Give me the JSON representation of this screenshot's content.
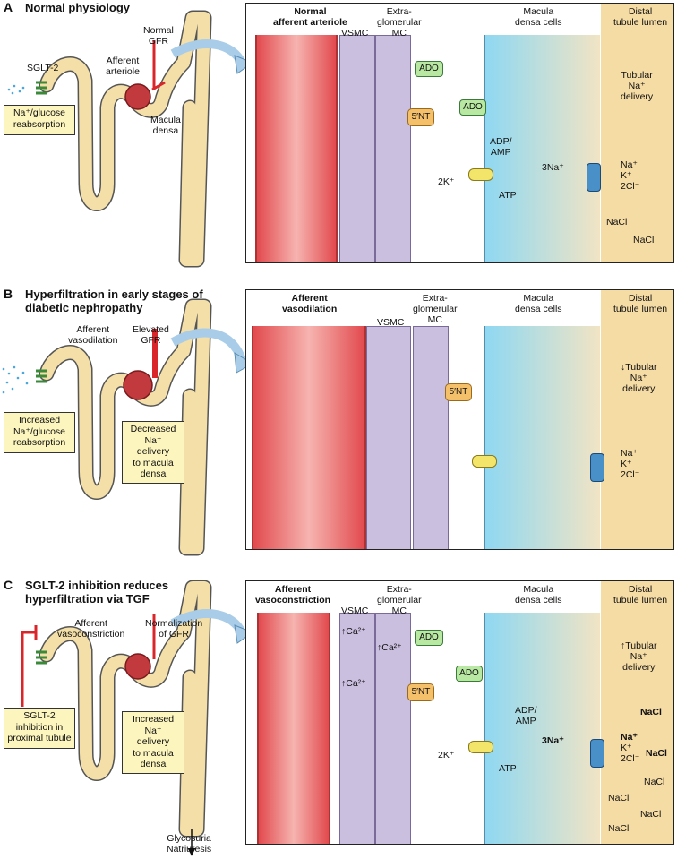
{
  "panels": [
    {
      "letter": "A",
      "title": [
        "Normal physiology"
      ],
      "nephron": {
        "sglt2": "SGLT-2",
        "normal_gfr": [
          "Normal",
          "GFR"
        ],
        "afferent": [
          "Afferent",
          "arteriole"
        ],
        "macula": [
          "Macula",
          "densa"
        ],
        "reabsorption": [
          "Na⁺/glucose",
          "reabsorption"
        ]
      },
      "zoom": {
        "vessel_label": [
          "Normal",
          "afferent arteriole"
        ],
        "vsmc": "VSMC",
        "mc": [
          "Extra-",
          "glomerular",
          "MC"
        ],
        "md": [
          "Macula",
          "densa cells"
        ],
        "dt": [
          "Distal",
          "tubule lumen"
        ],
        "ado1": "ADO",
        "ado2": "ADO",
        "nt": "5′NT",
        "adp": [
          "ADP/",
          "AMP"
        ],
        "na3": "3Na⁺",
        "k2": "2K⁺",
        "atp": "ATP",
        "ion_na": "Na⁺",
        "ion_k": "K⁺",
        "ion_cl": "2Cl⁻",
        "tubular": [
          "Tubular",
          "Na⁺",
          "delivery"
        ],
        "nacl1": "NaCl",
        "nacl2": "NaCl"
      }
    },
    {
      "letter": "B",
      "title": [
        "Hyperfiltration in early stages of",
        "diabetic nephropathy"
      ],
      "nephron": {
        "afferent": [
          "Afferent",
          "vasodilation"
        ],
        "elevated_gfr": [
          "Elevated",
          "GFR"
        ],
        "reabsorption": [
          "Increased",
          "Na⁺/glucose",
          "reabsorption"
        ],
        "decreased": [
          "Decreased",
          "Na⁺",
          "delivery",
          "to macula",
          "densa"
        ]
      },
      "zoom": {
        "vessel_label": [
          "Afferent",
          "vasodilation"
        ],
        "vsmc": "VSMC",
        "mc": [
          "Extra-",
          "glomerular",
          "MC"
        ],
        "md": [
          "Macula",
          "densa cells"
        ],
        "dt": [
          "Distal",
          "tubule lumen"
        ],
        "nt": "5′NT",
        "tubular": [
          "↓Tubular",
          "Na⁺",
          "delivery"
        ],
        "ion_na": "Na⁺",
        "ion_k": "K⁺",
        "ion_cl": "2Cl⁻"
      }
    },
    {
      "letter": "C",
      "title": [
        "SGLT-2 inhibition reduces",
        "hyperfiltration via TGF"
      ],
      "nephron": {
        "afferent": [
          "Afferent",
          "vasoconstriction"
        ],
        "normalization": [
          "Normalization",
          "of GFR"
        ],
        "inhibition": [
          "SGLT-2",
          "inhibition in",
          "proximal tubule"
        ],
        "increased": [
          "Increased",
          "Na⁺",
          "delivery",
          "to macula",
          "densa"
        ],
        "glycosuria": [
          "Glycosuria",
          "Natriuresis"
        ]
      },
      "zoom": {
        "vessel_label": [
          "Afferent",
          "vasoconstriction"
        ],
        "vsmc": "VSMC",
        "mc": [
          "Extra-",
          "glomerular",
          "MC"
        ],
        "md": [
          "Macula",
          "densa cells"
        ],
        "dt": [
          "Distal",
          "tubule lumen"
        ],
        "ca1": "↑Ca²⁺",
        "ca2": "↑Ca²⁺",
        "ca3": "↑Ca²⁺",
        "ado1": "ADO",
        "ado2": "ADO",
        "nt": "5′NT",
        "adp": [
          "ADP/",
          "AMP"
        ],
        "na3": "3Na⁺",
        "k2": "2K⁺",
        "atp": "ATP",
        "ion_na": "Na⁺",
        "ion_k": "K⁺",
        "ion_cl": "2Cl⁻",
        "tubular": [
          "↑Tubular",
          "Na⁺",
          "delivery"
        ],
        "nacl_bold1": "NaCl",
        "nacl_bold2": "NaCl",
        "nacl1": "NaCl",
        "nacl2": "NaCl",
        "nacl3": "NaCl",
        "nacl4": "NaCl"
      }
    }
  ],
  "colors": {
    "vessel": "#e8575a",
    "vessel_light": "#f5b0ac",
    "vsmc": "#cbbfe0",
    "macula_blue": "#9fdcf2",
    "tubule": "#f5dba4",
    "nephron": "#f3dfa7",
    "ado": "#b8e8a2",
    "nt": "#f4c06a",
    "pump": "#f3e46a",
    "channel": "#4a90c8",
    "receptor": "#8a3e8c",
    "red_line": "#d9262b",
    "box": "#fdf5be"
  }
}
